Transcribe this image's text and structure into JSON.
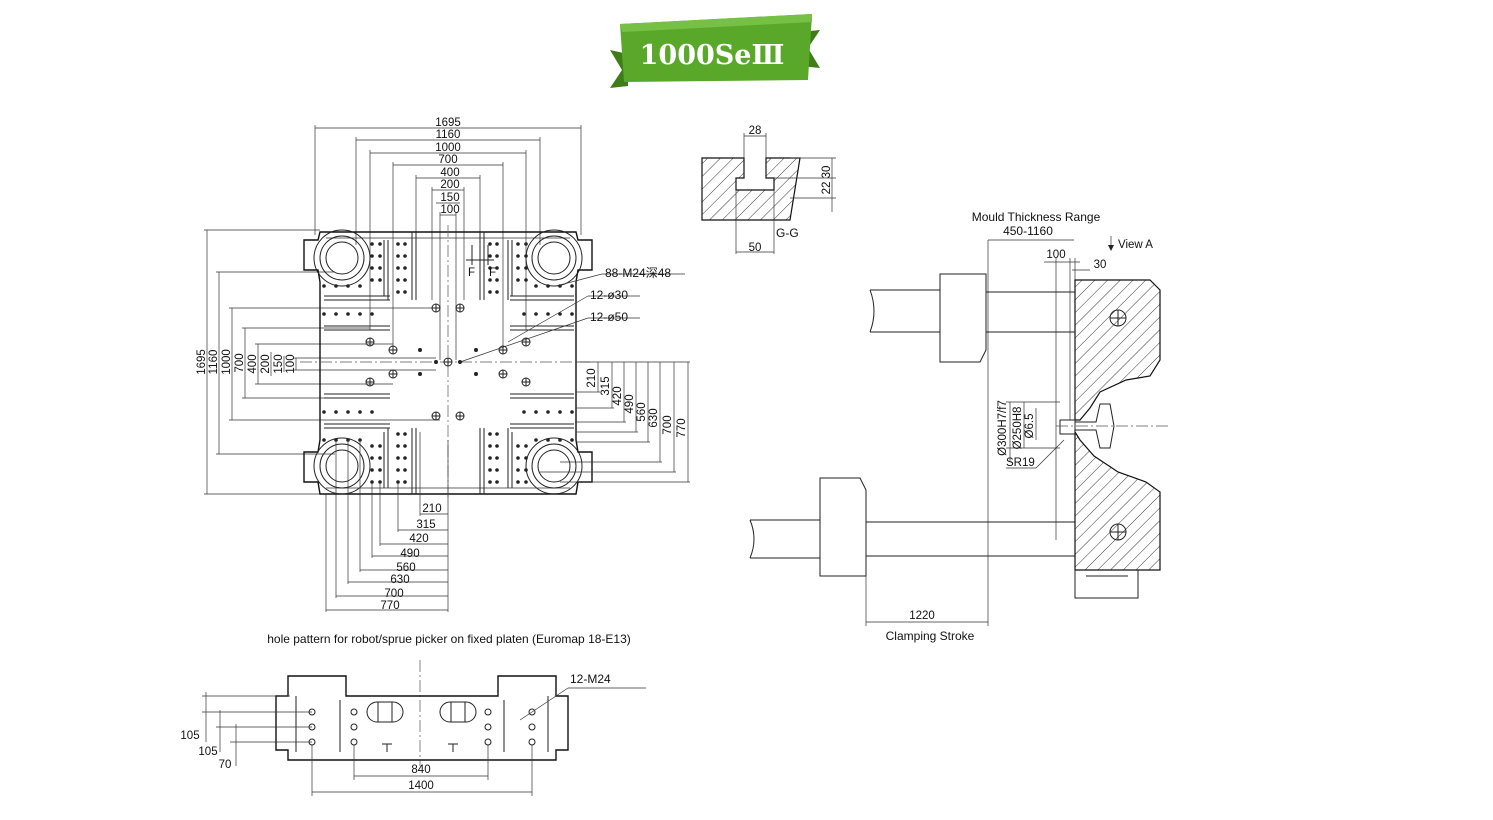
{
  "model_badge": {
    "text": "1000SeⅢ",
    "color": "#5aa829",
    "shade": "#3e7d17"
  },
  "front_view": {
    "horizontal_dims": [
      "1695",
      "1160",
      "1000",
      "700",
      "400",
      "200",
      "150",
      "100"
    ],
    "vertical_dims": [
      "1695",
      "1160",
      "1000",
      "700",
      "400",
      "200",
      "150",
      "100"
    ],
    "right_dims": [
      "210",
      "315",
      "420",
      "490",
      "560",
      "630",
      "700",
      "770"
    ],
    "bottom_dims": [
      "210",
      "315",
      "420",
      "490",
      "560",
      "630",
      "700",
      "770"
    ],
    "callouts": [
      "88-M24深48",
      "12-ø30",
      "12-ø50"
    ],
    "f_labels": [
      "F",
      "F"
    ]
  },
  "section_gg": {
    "width_top": "28",
    "height_total": "30",
    "height_inner": "22",
    "width_bottom": "50",
    "title": "G-G"
  },
  "side_view": {
    "mould_thickness_label": "Mould Thickness Range",
    "mould_thickness_value": "450-1160",
    "view_label": "View A",
    "dim_100": "100",
    "dim_30": "30",
    "dia_300": "Ø300H7/f7",
    "dia_250": "Ø250H8",
    "dia_6_5": "Ø6.5",
    "sr": "SR19",
    "stroke_value": "1220",
    "stroke_label": "Clamping Stroke"
  },
  "robot_pattern": {
    "title": "hole pattern for robot/sprue picker on fixed platen (Euromap 18-E13)",
    "callout": "12-M24",
    "left_dims": [
      "105",
      "105",
      "70"
    ],
    "bottom_dims": [
      "840",
      "1400"
    ]
  }
}
